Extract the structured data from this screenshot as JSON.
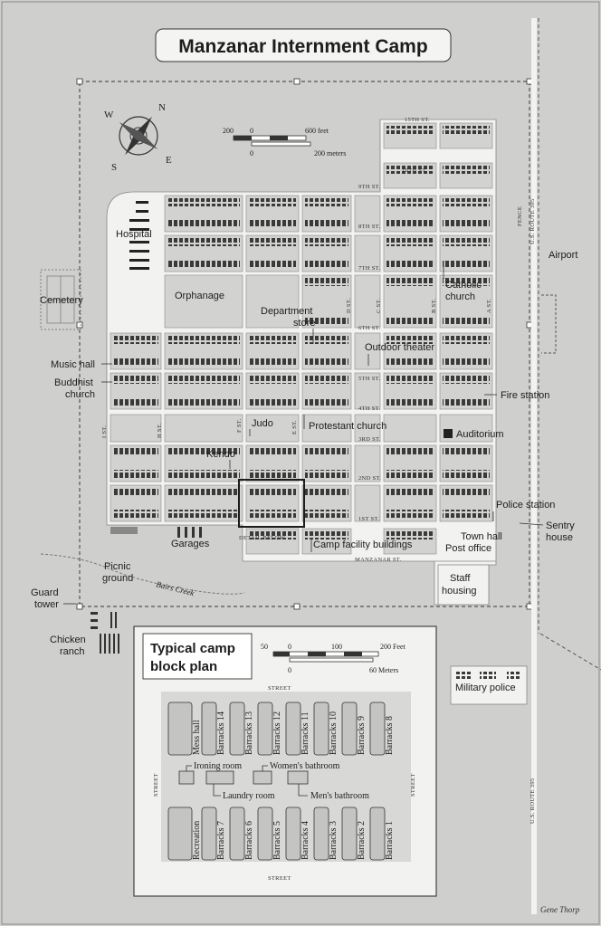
{
  "title": "Manzanar Internment Camp",
  "colors": {
    "background": "#cfcfcd",
    "road": "#f2f2f0",
    "block": "#c6c6c4",
    "barrack": "#2b2b2b",
    "frame": "#2a2a2a"
  },
  "compass": {
    "n": "N",
    "e": "E",
    "s": "S",
    "w": "W"
  },
  "scale_main": {
    "feet_start": "200",
    "feet_zero": "0",
    "feet_end": "600 feet",
    "meters_zero": "0",
    "meters_end": "200 meters"
  },
  "streets": {
    "s15": "15TH ST.",
    "s10": "10TH ST.",
    "s9": "9TH ST.",
    "s8": "8TH ST.",
    "s7": "7TH ST.",
    "s6": "6TH ST.",
    "s5": "5TH ST.",
    "s4": "4TH ST.",
    "s3": "3RD ST.",
    "s2": "2ND ST.",
    "s1": "1ST ST.",
    "manzanar": "MANZANAR ST.",
    "a": "A ST.",
    "b": "B ST.",
    "c": "C ST.",
    "d": "D ST.",
    "e": "E ST.",
    "f": "F ST.",
    "h": "H ST.",
    "i": "I ST.",
    "fence": "FENCE",
    "route_top": "U.S. ROUTE 395",
    "route_bottom": "U.S. ROUTE 395"
  },
  "labels": {
    "hospital": "Hospital",
    "cemetery": "Cemetery",
    "orphanage": "Orphanage",
    "department_store": [
      "Department",
      "store"
    ],
    "catholic_church": [
      "Catholic",
      "church"
    ],
    "airport": "Airport",
    "outdoor_theater": "Outdoor theater",
    "music_hall": "Music hall",
    "buddhist_church": [
      "Buddhist",
      "church"
    ],
    "fire_station": "Fire station",
    "judo": "Judo",
    "protestant_church": "Protestant church",
    "auditorium": "Auditorium",
    "kendo": "Kendo",
    "police_station": "Police station",
    "sentry_house": [
      "Sentry",
      "house"
    ],
    "garages": "Garages",
    "detail_below": "DETAIL BELOW",
    "camp_facility": "Camp facility buildings",
    "town_hall": "Town hall",
    "post_office": "Post office",
    "picnic_ground": [
      "Picnic",
      "ground"
    ],
    "bairs_creek": "Bairs Creek",
    "guard_tower": [
      "Guard",
      "tower"
    ],
    "staff_housing": [
      "Staff",
      "housing"
    ],
    "chicken_ranch": [
      "Chicken",
      "ranch"
    ],
    "military_police": "Military police"
  },
  "inset": {
    "title": [
      "Typical camp",
      "block plan"
    ],
    "scale": {
      "feet_start": "50",
      "feet_zero": "0",
      "feet_mid": "100",
      "feet_end": "200 Feet",
      "meters_zero": "0",
      "meters_end": "60 Meters"
    },
    "street": "STREET",
    "top_buildings": [
      "Mess hall",
      "Barracks 14",
      "Barracks 13",
      "Barracks 12",
      "Barracks 11",
      "Barracks 10",
      "Barracks 9",
      "Barracks 8"
    ],
    "bottom_buildings": [
      "Recreation",
      "Barracks 7",
      "Barracks 6",
      "Barracks 5",
      "Barracks 4",
      "Barracks 3",
      "Barracks 2",
      "Barracks 1"
    ],
    "ironing_room": "Ironing room",
    "womens_bathroom": "Women's bathroom",
    "laundry_room": "Laundry room",
    "mens_bathroom": "Men's bathroom"
  },
  "credit": "Gene Thorp"
}
